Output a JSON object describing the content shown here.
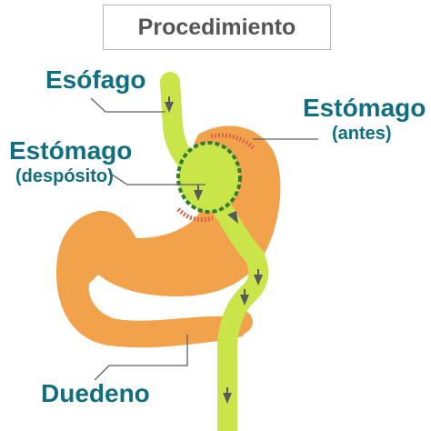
{
  "title": "Procedimiento",
  "labels": {
    "esofago": "Esófago",
    "estomago_antes": {
      "line1": "Estómago",
      "line2": "(antes)"
    },
    "estomago_deposito": {
      "line1": "Estómago",
      "line2": "(despósito)"
    },
    "duodeno": "Duedeno"
  },
  "colors": {
    "stomach": "#f2a24a",
    "tube": "#c9e54a",
    "pouch_border": "#2e7d32",
    "staple_line": "#d9664c",
    "label_text": "#0f6e80",
    "leader_line": "#606060",
    "title_text": "#555555",
    "title_border": "#b5b5b5"
  },
  "icons": [
    "flow-arrow-icon"
  ]
}
